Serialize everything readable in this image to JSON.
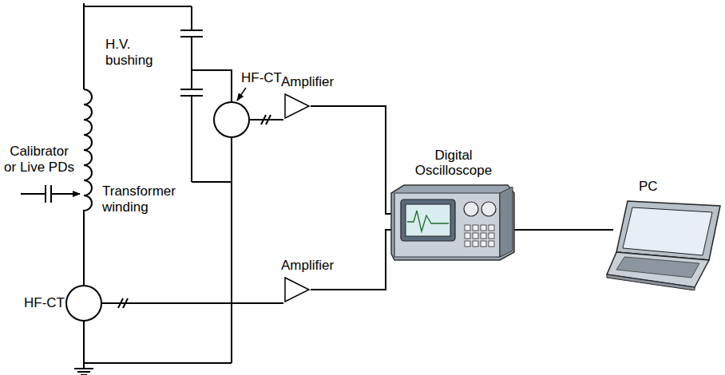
{
  "diagram": {
    "nodes": [
      {
        "text": [
          "Amplifier"
        ]
      },
      {
        "text": [
          "Amplifier"
        ]
      },
      {
        "text": [
          "Digital Oscilloscope"
        ]
      },
      {
        "text": [
          "PC"
        ]
      }
    ],
    "edges": [
      {
        "from": 0,
        "to": 2,
        "arrow": "none"
      },
      {
        "from": 1,
        "to": 2,
        "arrow": "none"
      },
      {
        "from": 2,
        "to": 3,
        "arrow": "none"
      }
    ],
    "labels": [
      "H.V. bushing",
      "HF-CT",
      "Calibrator or Live PDs",
      "Transformer winding",
      "HF-CT"
    ]
  }
}
